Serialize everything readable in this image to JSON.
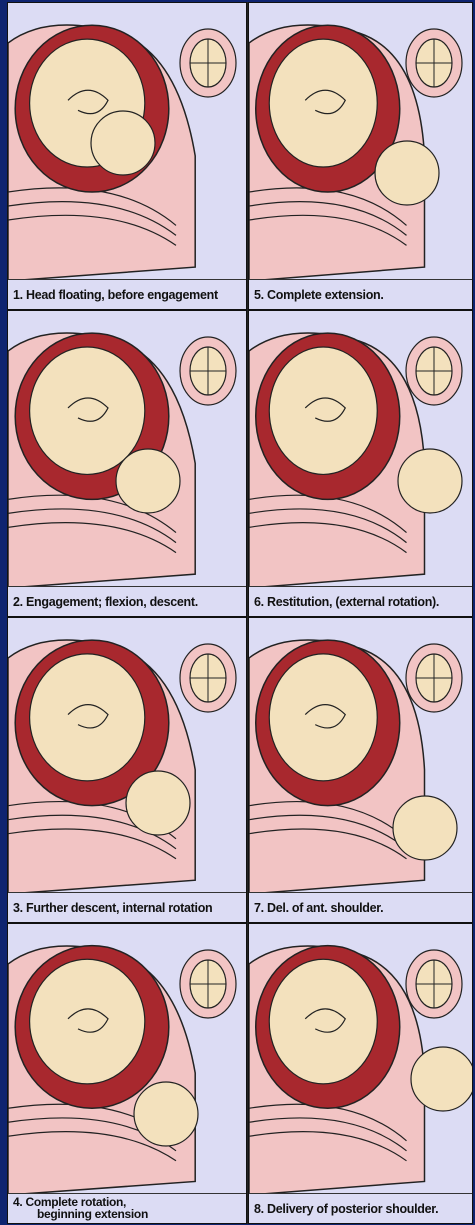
{
  "panels": [
    {
      "number": "1.",
      "label": "Head floating, before engagement"
    },
    {
      "number": "2.",
      "label": "Engagement; flexion, descent."
    },
    {
      "number": "3.",
      "label": "Further descent, internal rotation"
    },
    {
      "number": "4.",
      "label": "Complete rotation,",
      "label2": "beginning extension"
    },
    {
      "number": "5.",
      "label": "Complete extension."
    },
    {
      "number": "6.",
      "label": "Restitution, (external rotation)."
    },
    {
      "number": "7.",
      "label": "Del. of ant. shoulder."
    },
    {
      "number": "8.",
      "label": "Delivery of posterior shoulder."
    }
  ],
  "colors": {
    "background": "#0f2470",
    "panel": "#dcdcf4",
    "pelvis": "#f2c4c4",
    "uterus": "#a8282e",
    "fetus": "#f3e1bd",
    "outline": "#222222"
  }
}
